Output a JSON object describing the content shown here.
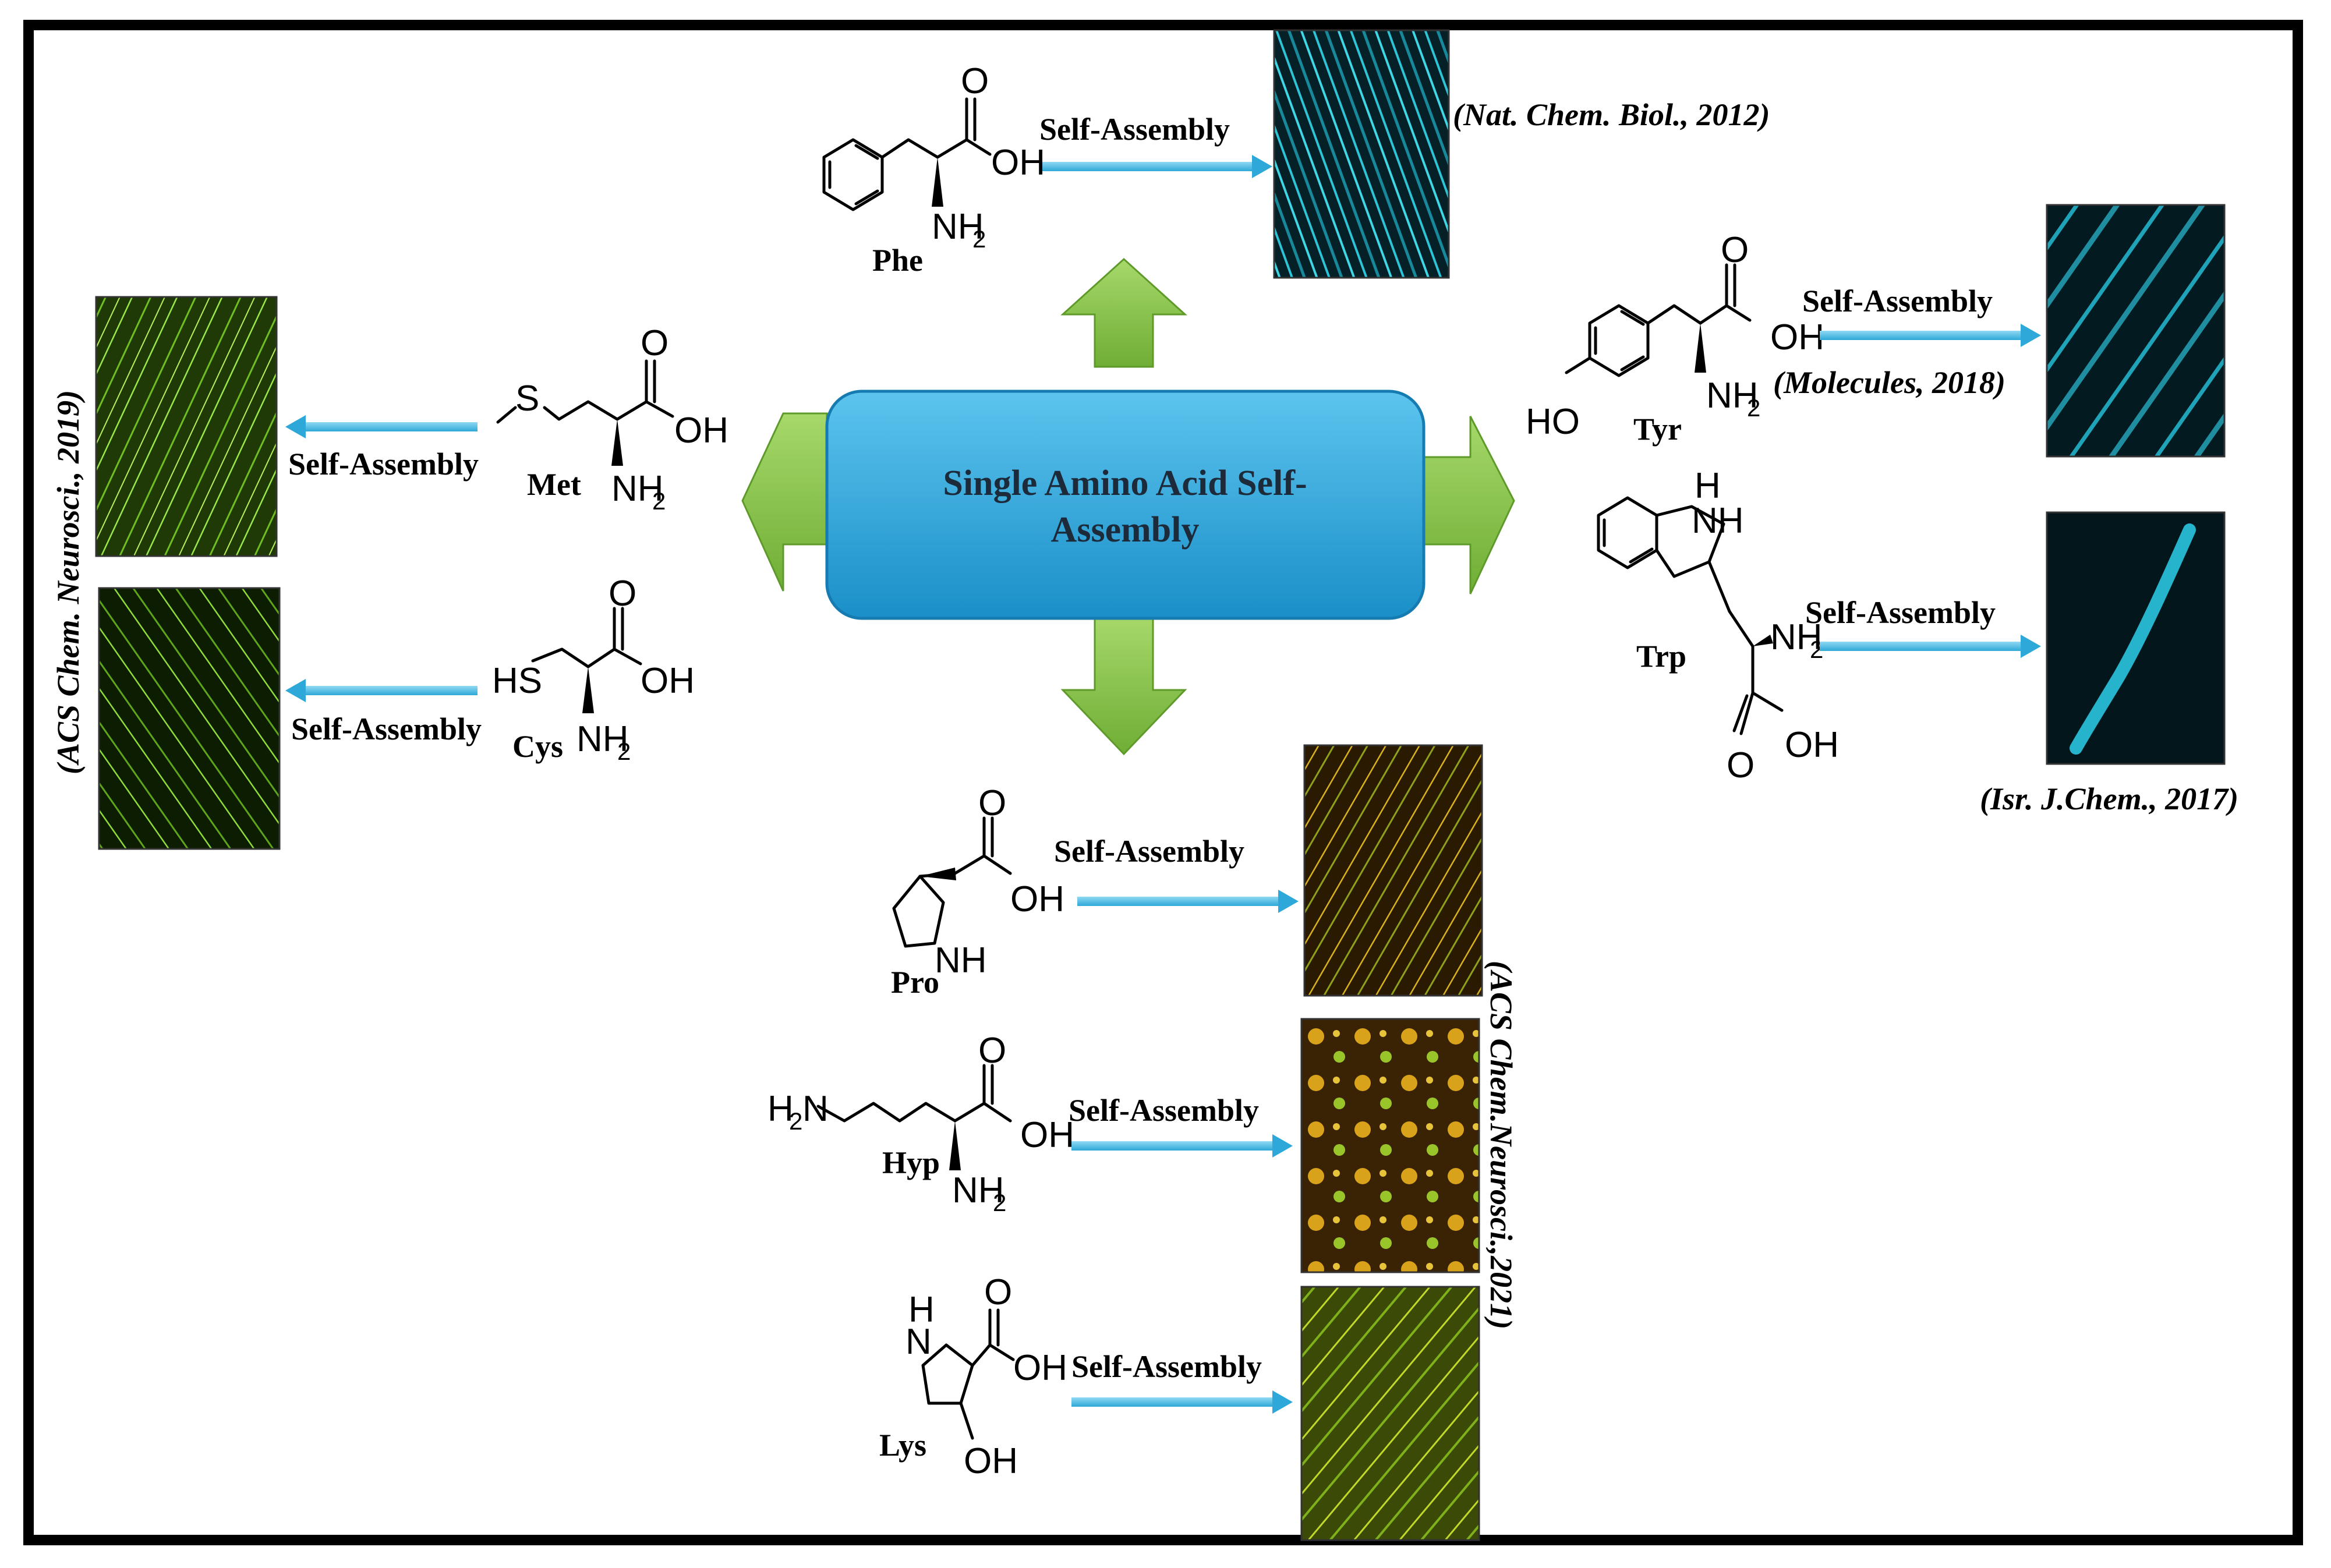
{
  "center": {
    "line1": "Single Amino Acid Self-",
    "line2": "Assembly"
  },
  "self_assembly_label": "Self-Assembly",
  "amino_acids": {
    "phe": "Phe",
    "met": "Met",
    "cys": "Cys",
    "tyr": "Tyr",
    "trp": "Trp",
    "pro": "Pro",
    "hyp": "Hyp",
    "lys": "Lys"
  },
  "chem_labels": {
    "oh": "OH",
    "o": "O",
    "nh": "NH",
    "nh2": "NH",
    "h2n": "H",
    "h": "H",
    "s": "S",
    "hs": "HS",
    "ho": "HO",
    "two": "2"
  },
  "references": {
    "phe": "(Nat. Chem. Biol., 2012)",
    "tyr": "(Molecules, 2018)",
    "trp": "(Isr. J.Chem., 2017)",
    "left": "(ACS Chem. Neurosci., 2019)",
    "bottom": "(ACS Chem.Neurosci.,2021)"
  },
  "colors": {
    "center_fill": "#2aa7dd",
    "green_arrow": "#8cc64a",
    "blue_arrow": "#4cb8e0",
    "image_cyan": "#19b6c9",
    "image_green": "#7ecb2a",
    "image_orange": "#c99a1c"
  }
}
